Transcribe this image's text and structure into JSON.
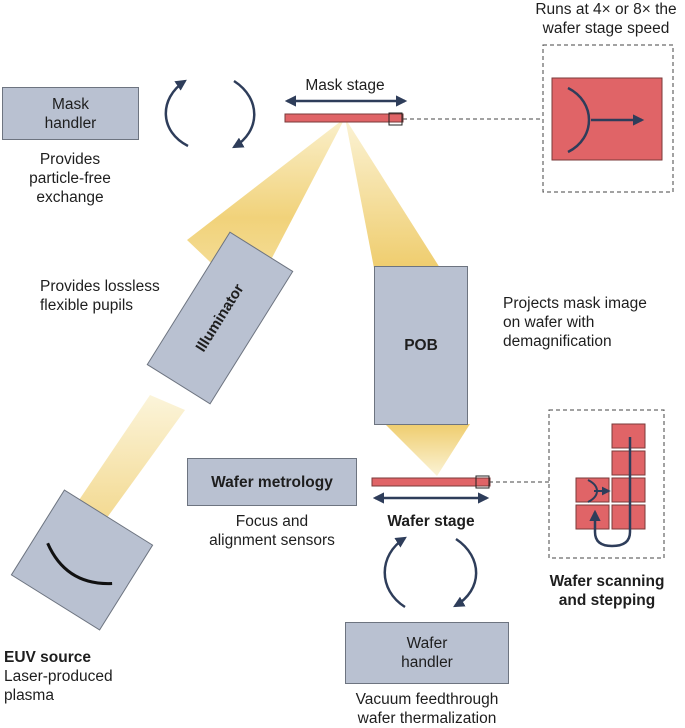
{
  "components": {
    "mask_handler": {
      "label": "Mask\nhandler",
      "description": "Provides\nparticle-free\nexchange"
    },
    "mask_stage": {
      "label": "Mask stage"
    },
    "mask_inset": {
      "caption": "Runs at 4× or 8× the\nwafer stage speed"
    },
    "illuminator": {
      "label": "Illuminator",
      "description": "Provides lossless\nflexible pupils"
    },
    "pob": {
      "label": "POB",
      "description": "Projects mask image\non wafer with\ndemagnification"
    },
    "wafer_metrology": {
      "label": "Wafer metrology",
      "description": "Focus and\nalignment sensors"
    },
    "wafer_stage": {
      "label": "Wafer stage"
    },
    "wafer_inset": {
      "caption": "Wafer scanning\nand stepping"
    },
    "wafer_handler": {
      "label": "Wafer\nhandler",
      "description": "Vacuum feedthrough\nwafer thermalization"
    },
    "euv_source": {
      "label": "EUV source",
      "description": "Laser-produced\nplasma"
    }
  },
  "colors": {
    "box_fill": "#b9c1d1",
    "box_stroke": "#6d7480",
    "stage_red": "#e06467",
    "arrow_navy": "#2e3d5a",
    "beam_yellow": "#f3d98c"
  }
}
